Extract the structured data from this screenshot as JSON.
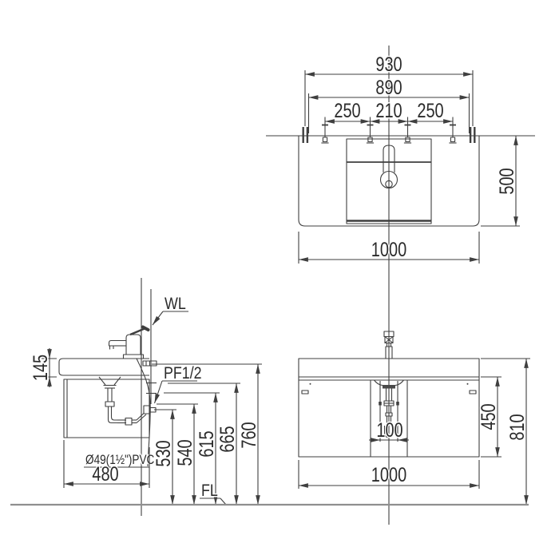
{
  "colors": {
    "line": "#3f3f3f",
    "floor": "#8f8f8f",
    "text": "#2b2b2b"
  },
  "top_view": {
    "dims": {
      "overall_930": "930",
      "inner_890": "890",
      "bolt_250_left": "250",
      "bolt_210_center": "210",
      "bolt_250_right": "250",
      "depth_500": "500",
      "width_1000": "1000"
    }
  },
  "side_view": {
    "labels": {
      "wall_line": "WL",
      "supply": "PF1/2",
      "drain_pipe": "Ø49(1½\")PVC"
    },
    "dims": {
      "counter_thickness_145": "145",
      "cabinet_depth_480": "480",
      "h_530": "530",
      "h_540": "540",
      "h_615": "615",
      "h_665": "665",
      "h_760": "760"
    }
  },
  "front_view": {
    "labels": {
      "floor_line": "FL"
    },
    "dims": {
      "pipe_spacing_100": "100",
      "cabinet_height_450": "450",
      "total_height_810": "810",
      "width_1000": "1000"
    }
  }
}
